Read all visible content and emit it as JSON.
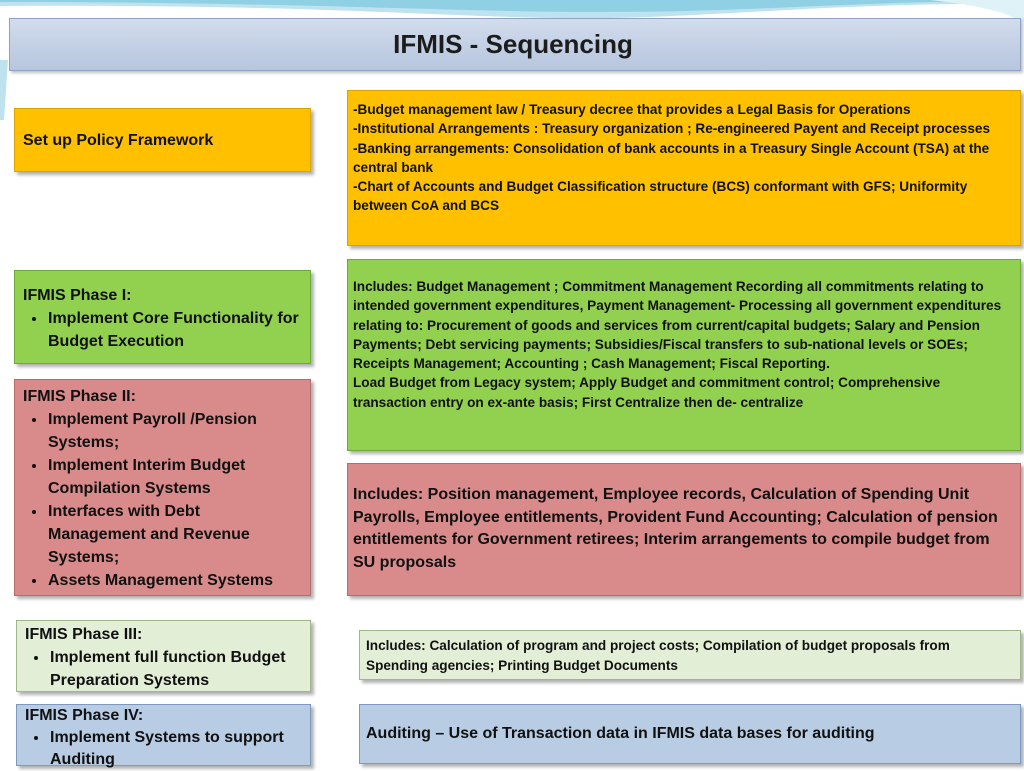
{
  "title": "IFMIS - Sequencing",
  "colors": {
    "orange": "#ffc000",
    "green": "#92d050",
    "red": "#d98b8b",
    "pale_green": "#e3eed7",
    "blue": "#b8cce4",
    "title_bar": "#c6d3e7"
  },
  "rows": [
    {
      "label": {
        "head": "Set up Policy Framework",
        "bullets": []
      },
      "description": [
        "-Budget management law / Treasury decree that provides a Legal Basis for Operations",
        " -Institutional Arrangements :  Treasury organization ; Re-engineered Payent and  Receipt processes",
        " -Banking arrangements:  Consolidation of bank accounts in a Treasury Single Account (TSA) at the central bank",
        "-Chart of Accounts and Budget Classification structure  (BCS) conformant with GFS; Uniformity between CoA and BCS"
      ]
    },
    {
      "label": {
        "head": "IFMIS Phase I:",
        "bullets": [
          "Implement Core Functionality for Budget Execution"
        ]
      },
      "description": [
        "Includes:    Budget Management ; Commitment Management  Recording all commitments relating to intended government expenditures, Payment Management- Processing all government expenditures relating to: Procurement of goods and services from current/capital budgets; Salary and Pension Payments; Debt servicing payments; Subsidies/Fiscal transfers to sub-national levels or SOEs; Receipts Management;  Accounting ; Cash Management;  Fiscal Reporting.",
        "Load Budget from Legacy system; Apply Budget and commitment control; Comprehensive transaction entry on ex-ante basis; First Centralize then de- centralize"
      ]
    },
    {
      "label": {
        "head": "IFMIS Phase II:",
        "bullets": [
          "Implement Payroll /Pension Systems;",
          "Implement Interim Budget Compilation Systems",
          "Interfaces with Debt Management and Revenue Systems;",
          "Assets Management Systems"
        ]
      },
      "description": [
        "Includes:  Position management, Employee records, Calculation of Spending Unit Payrolls, Employee entitlements, Provident Fund Accounting; Calculation of pension entitlements for Government retirees; Interim arrangements to compile budget from SU proposals"
      ]
    },
    {
      "label": {
        "head": "IFMIS Phase III:",
        "bullets": [
          "Implement full function Budget Preparation Systems"
        ]
      },
      "description": [
        " Includes: Calculation of program and project costs; Compilation of budget proposals from Spending agencies; Printing Budget Documents"
      ]
    },
    {
      "label": {
        "head": "IFMIS Phase IV:",
        "bullets": [
          "Implement Systems to support Auditing"
        ]
      },
      "description": [
        "Auditing – Use of Transaction data in IFMIS data bases for auditing"
      ]
    }
  ]
}
